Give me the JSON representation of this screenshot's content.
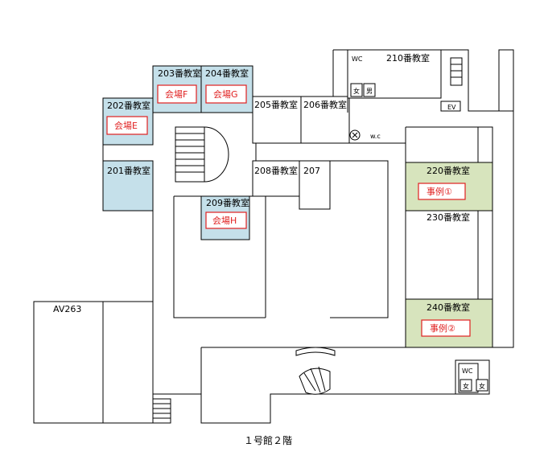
{
  "rooms": {
    "r201": "201番教室",
    "r202": "202番教室",
    "r203": "203番教室",
    "r204": "204番教室",
    "r205": "205番教室",
    "r206": "206番教室",
    "r207": "207",
    "r208": "208番教室",
    "r209": "209番教室",
    "r210": "210番教室",
    "r220": "220番教室",
    "r230": "230番教室",
    "r240": "240番教室",
    "av263": "AV263"
  },
  "venues": {
    "e": "会場E",
    "f": "会場F",
    "g": "会場G",
    "h": "会場H"
  },
  "cases": {
    "c1": "事例①",
    "c2": "事例②"
  },
  "facilities": {
    "wc": "WC",
    "wc_lower": "w.c",
    "female": "女",
    "male": "男",
    "ev": "EV"
  },
  "caption": "１号館２階",
  "colors": {
    "venue_room": "#c5e0ea",
    "case_room": "#d7e4bd",
    "highlight_text": "#e02020"
  }
}
